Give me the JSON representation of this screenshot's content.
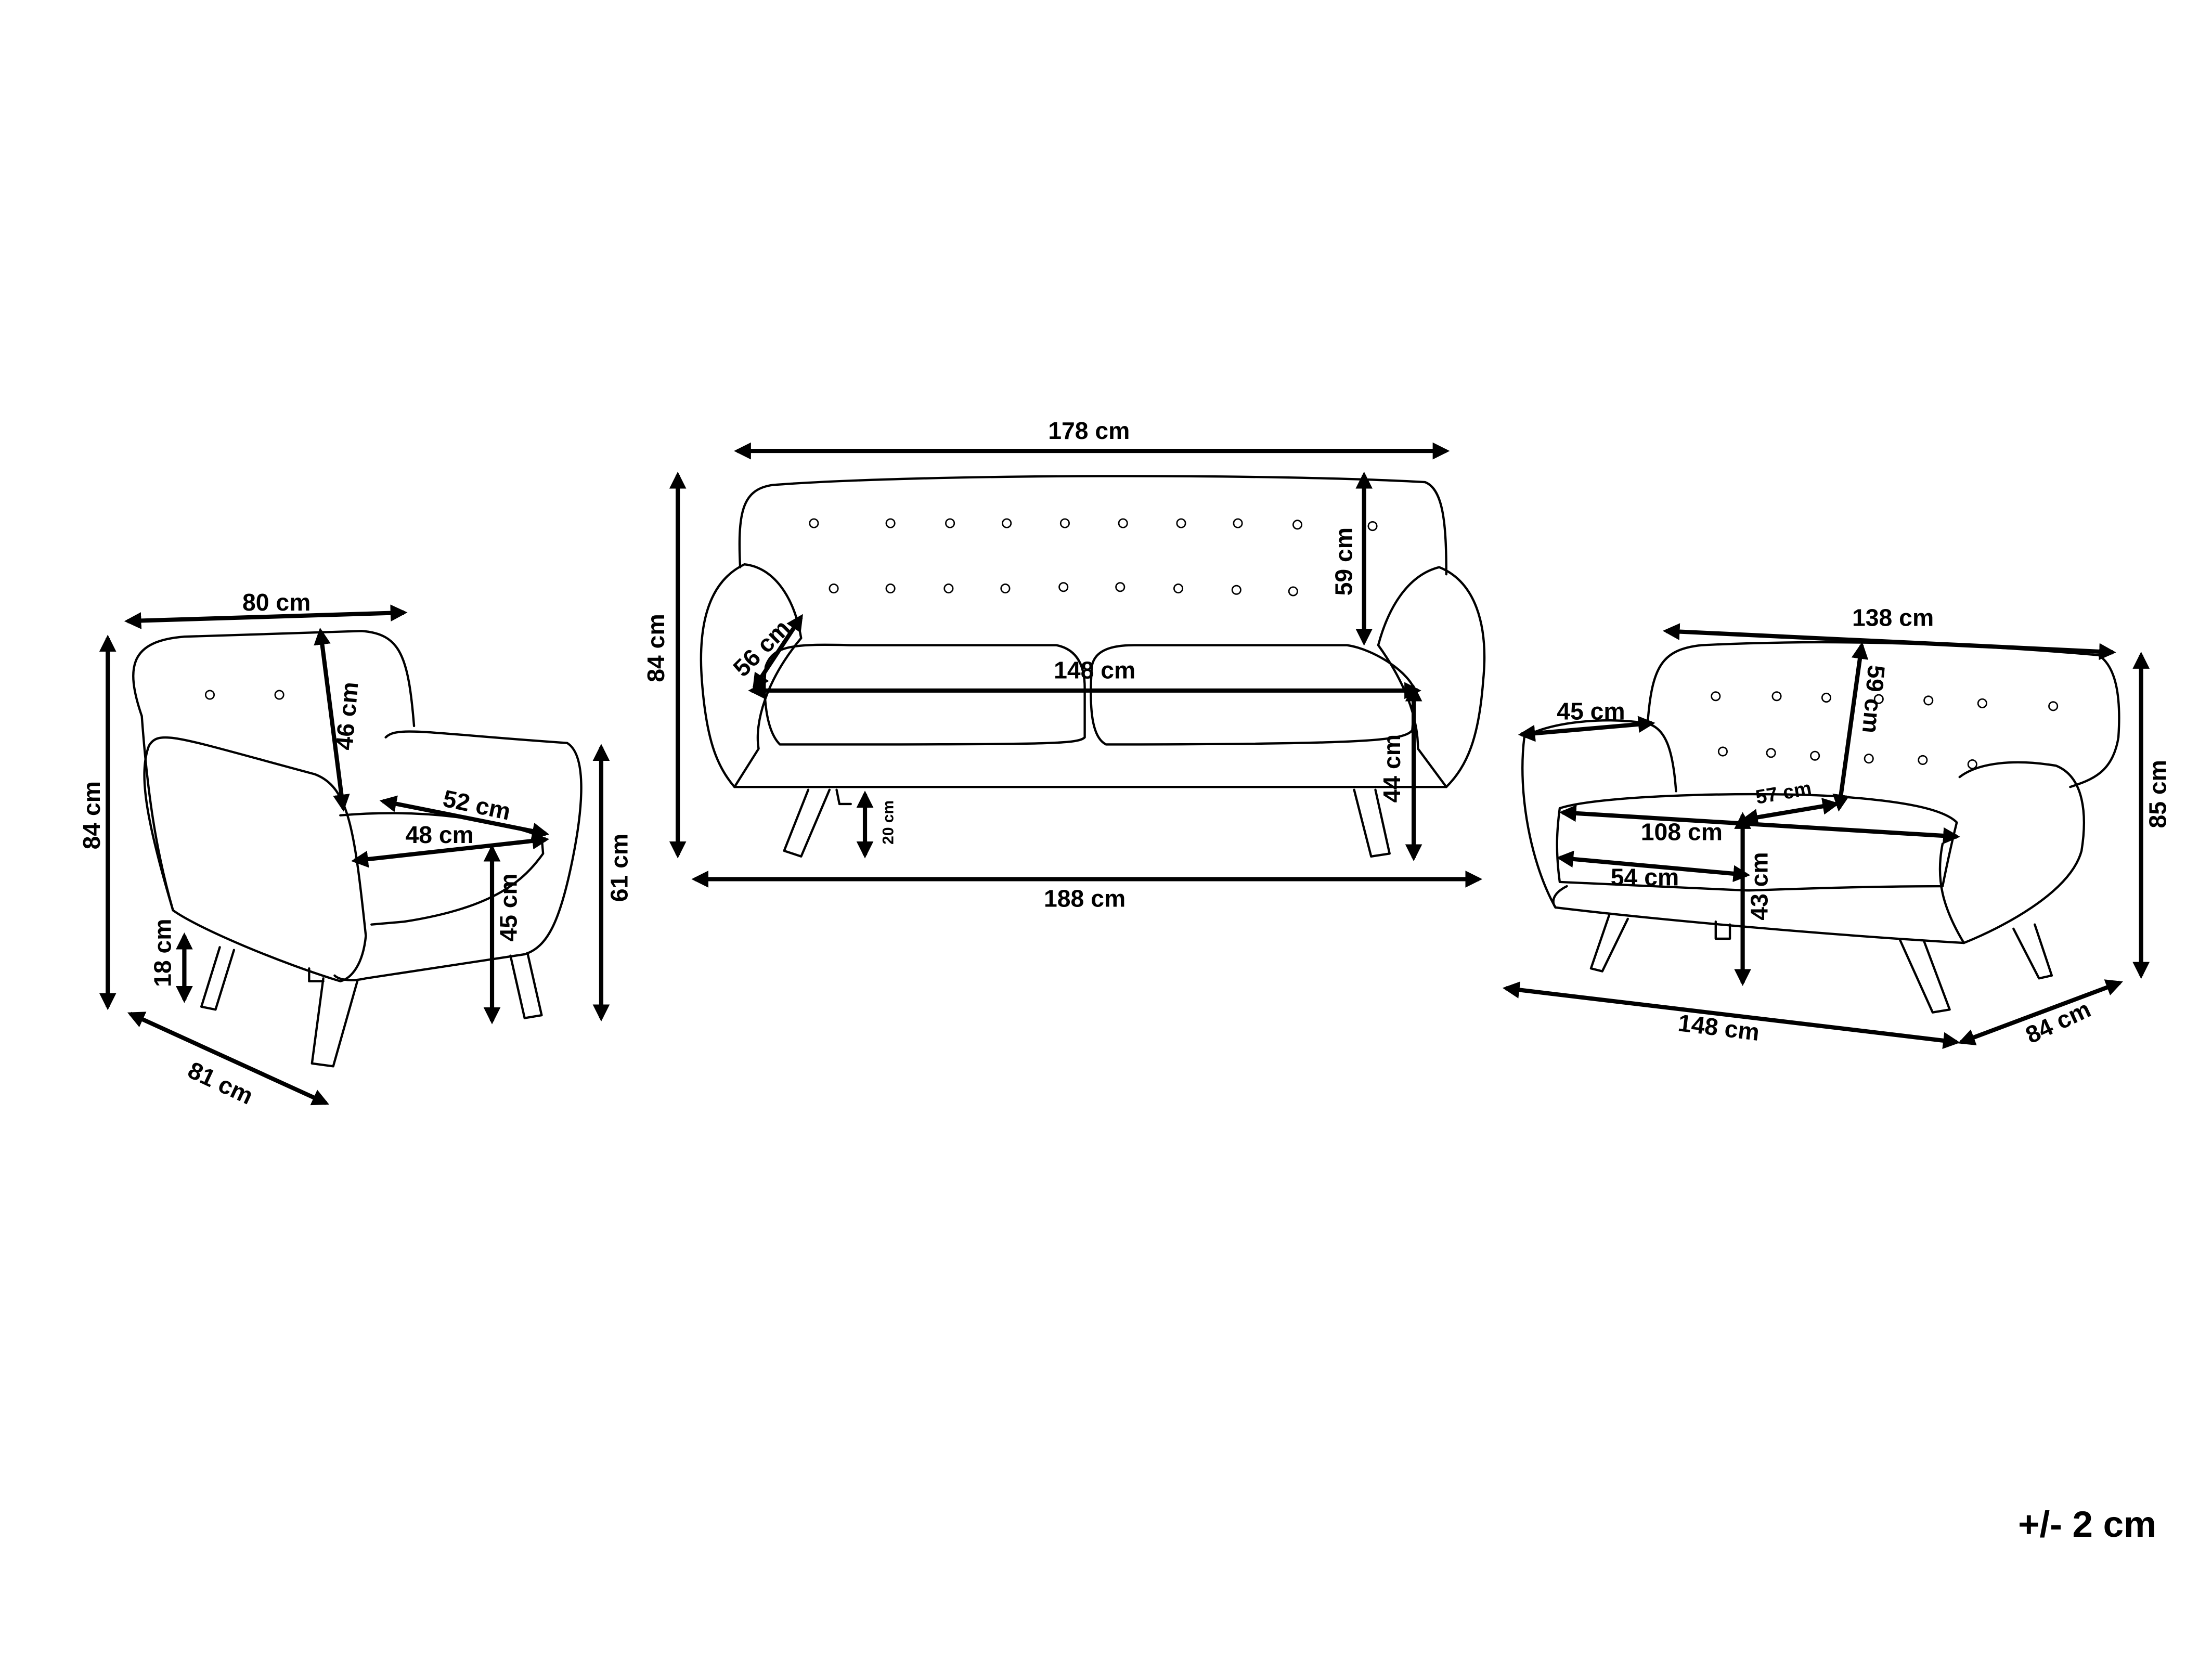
{
  "armchair": {
    "width": "80 cm",
    "height": "84 cm",
    "back_height": "46 cm",
    "seat_depth": "52 cm",
    "seat_width": "48 cm",
    "seat_height": "45 cm",
    "arm_height": "61 cm",
    "leg_height": "18 cm",
    "depth": "81 cm"
  },
  "sofa": {
    "top_width": "178 cm",
    "height": "84 cm",
    "back_height": "59 cm",
    "seat_depth": "56 cm",
    "seat_width": "148 cm",
    "seat_height": "44 cm",
    "leg_height": "20 cm",
    "width": "188 cm"
  },
  "loveseat": {
    "top_width": "138 cm",
    "arm_width": "45 cm",
    "back_height": "59 cm",
    "seat_depth": "57 cm",
    "seat_width": "108 cm",
    "cushion_width": "54 cm",
    "seat_height": "43 cm",
    "height": "85 cm",
    "width": "148 cm",
    "depth": "84 cm"
  },
  "tolerance": "+/- 2 cm"
}
